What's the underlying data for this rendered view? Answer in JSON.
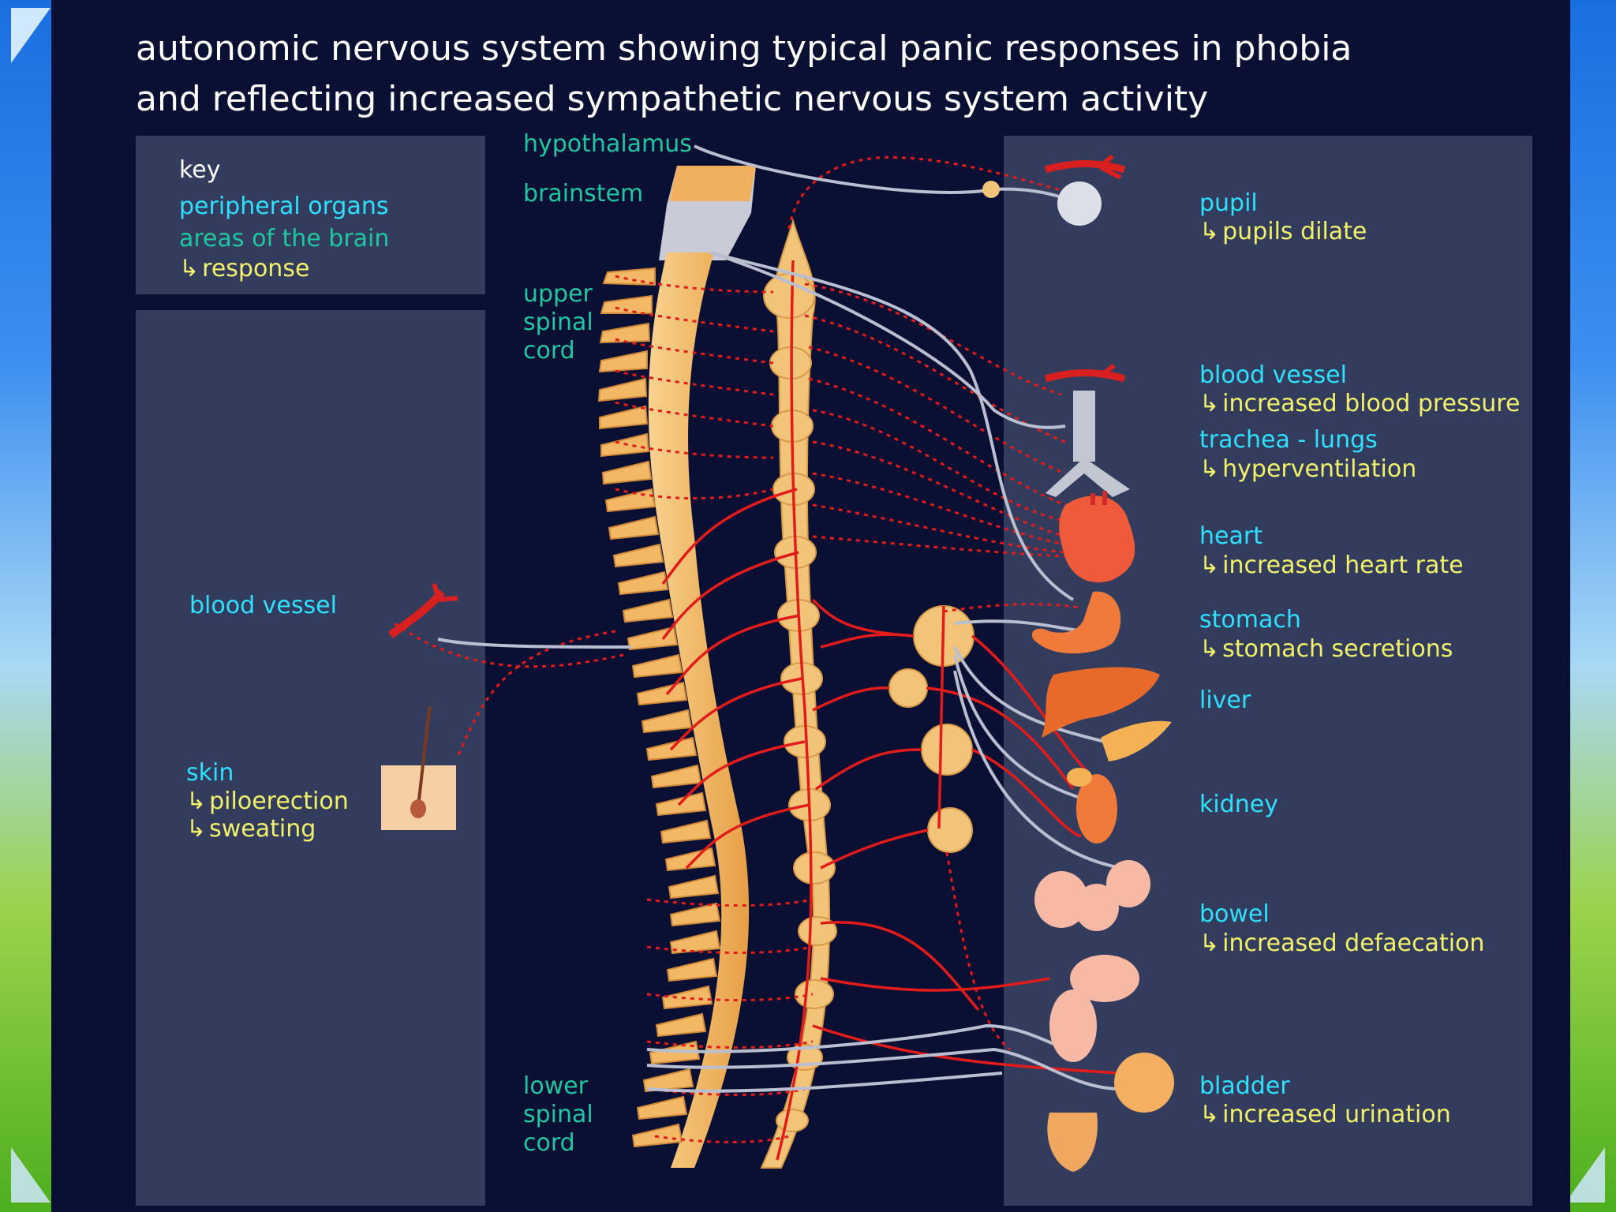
{
  "title": {
    "line1": "autonomic nervous system showing typical panic responses in phobia",
    "line2": "and reflecting increased sympathetic nervous system activity"
  },
  "key": {
    "heading": "key",
    "peripheral": "peripheral organs",
    "brain": "areas of the brain",
    "response": "response"
  },
  "arrow_glyph": "↳",
  "brain_labels": {
    "hypothalamus": "hypothalamus",
    "brainstem": "brainstem",
    "upper_spinal": [
      "upper",
      "spinal",
      "cord"
    ],
    "lower_spinal": [
      "lower",
      "spinal",
      "cord"
    ]
  },
  "left_organs": {
    "blood_vessel": "blood vessel",
    "skin": "skin",
    "skin_responses": [
      "piloerection",
      "sweating"
    ]
  },
  "right_organs": {
    "pupil": {
      "name": "pupil",
      "response": "pupils dilate"
    },
    "blood_vessel": {
      "name": "blood vessel",
      "response": "increased blood pressure"
    },
    "trachea": {
      "name": "trachea - lungs",
      "response": "hyperventilation"
    },
    "heart": {
      "name": "heart",
      "response": "increased heart rate"
    },
    "stomach": {
      "name": "stomach",
      "response": "stomach secretions"
    },
    "liver": {
      "name": "liver"
    },
    "kidney": {
      "name": "kidney"
    },
    "bowel": {
      "name": "bowel",
      "response": "increased defaecation"
    },
    "bladder": {
      "name": "bladder",
      "response": "increased urination"
    }
  },
  "colors": {
    "background": "#0a1033",
    "panel": "#343c5e",
    "organ_label": "#2fe0ff",
    "brain_label": "#1fc7a0",
    "response_label": "#f2f26a",
    "nerve_red": "#e21b1b",
    "nerve_grey": "#b9bfd0",
    "bone": "#f2b866"
  }
}
